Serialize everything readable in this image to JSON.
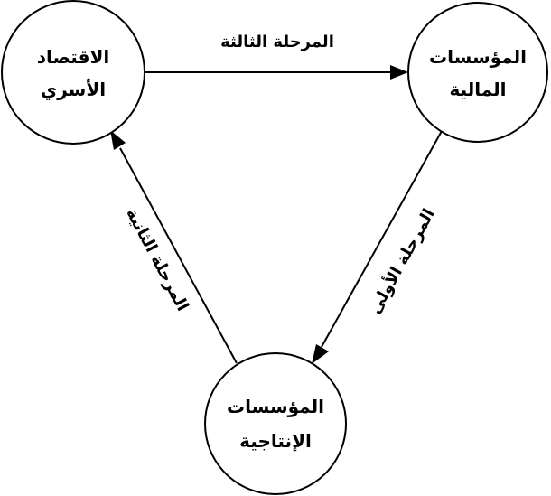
{
  "nodes": {
    "family_economy": {
      "line1": "الاقتصاد",
      "line2": "الأسري"
    },
    "financial_institutions": {
      "line1": "المؤسسات",
      "line2": "المالية"
    },
    "productive_institutions": {
      "line1": "المؤسسات",
      "line2": "الإنتاجية"
    }
  },
  "edges": {
    "first_stage": {
      "label": "المرحلة الأولى"
    },
    "second_stage": {
      "label": "المرحلة الثانية"
    },
    "third_stage": {
      "label": "المرحلة الثالثة"
    }
  },
  "colors": {
    "stroke": "#000000",
    "background": "#ffffff"
  }
}
